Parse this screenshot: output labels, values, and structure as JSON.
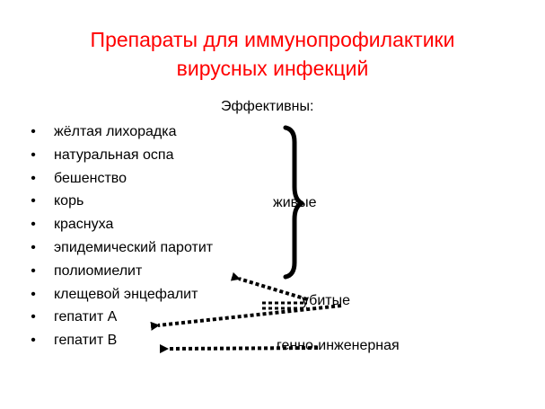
{
  "slide": {
    "title_lines": [
      "Препараты для иммунопрофилактики",
      "вирусных инфекций"
    ],
    "subheading": "Эффективны:",
    "bullet_symbol": "•",
    "items": [
      "жёлтая лихорадка",
      "натуральная оспа",
      "бешенство",
      "корь",
      "краснуха",
      "эпидемический паротит",
      "полиомиелит",
      "клещевой энцефалит",
      "гепатит А",
      "гепатит В"
    ],
    "labels": {
      "live": "живые",
      "killed": "убитые",
      "genetic": "генно-инженерная"
    },
    "colors": {
      "title": "#ff0000",
      "text": "#000000",
      "arrows": "#000000",
      "background": "#ffffff"
    }
  }
}
